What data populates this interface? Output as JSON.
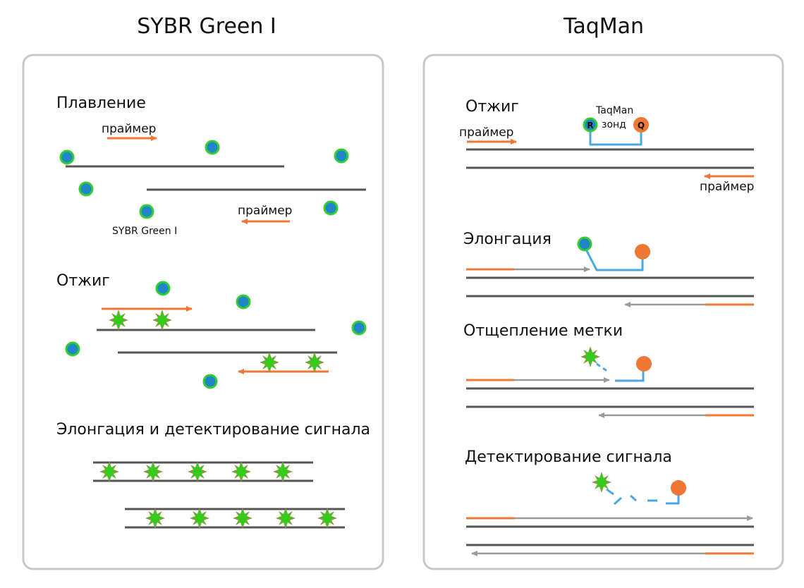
{
  "colors": {
    "dna": "#555555",
    "primer": "#ee7733",
    "extension": "#999999",
    "probe": "#4aa8e0",
    "dye_fill": "#1f86c8",
    "dye_ring": "#33cc33",
    "burst": "#33cc1a",
    "quencher": "#ee7733",
    "panel_border": "#c8c8c8"
  },
  "left_panel": {
    "title": "SYBR Green I",
    "melting": {
      "heading": "Плавление",
      "primer_top": "праймер",
      "primer_bottom": "праймер",
      "dye_label": "SYBR Green I"
    },
    "annealing": {
      "heading": "Отжиг"
    },
    "elongation": {
      "heading": "Элонгация и детектирование сигнала"
    }
  },
  "right_panel": {
    "title": "TaqMan",
    "annealing": {
      "heading": "Отжиг",
      "primer_top": "праймер",
      "primer_bottom": "праймер",
      "probe_label_1": "TaqMan",
      "probe_label_2": "зонд",
      "reporter_letter": "R",
      "quencher_letter": "Q"
    },
    "elongation": {
      "heading": "Элонгация"
    },
    "cleavage": {
      "heading": "Отщепление метки"
    },
    "detection": {
      "heading": "Детектирование сигнала"
    }
  }
}
